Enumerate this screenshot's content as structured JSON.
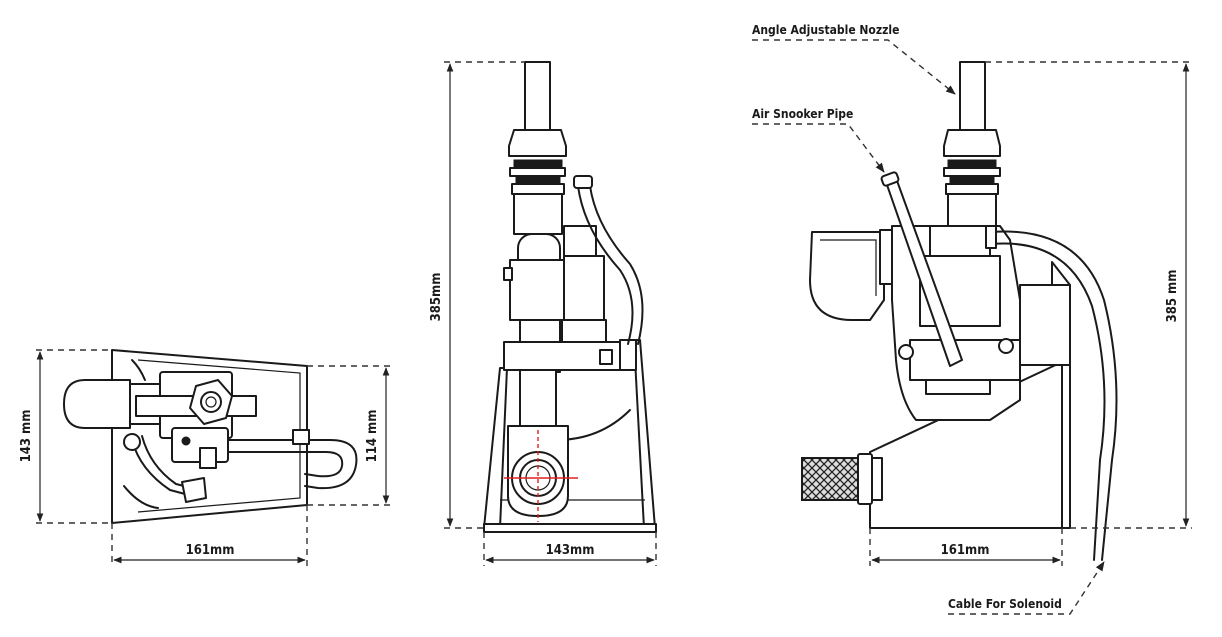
{
  "left_view": {
    "height_label": "143 mm",
    "inner_height_label": "114 mm",
    "width_label": "161mm"
  },
  "front_view": {
    "height_label": "385mm",
    "width_label": "143mm"
  },
  "side_view": {
    "height_label": "385 mm",
    "width_label": "161mm",
    "callouts": {
      "nozzle": "Angle Adjustable Nozzle",
      "pipe": "Air Snooker Pipe",
      "cable": "Cable For Solenoid"
    }
  }
}
